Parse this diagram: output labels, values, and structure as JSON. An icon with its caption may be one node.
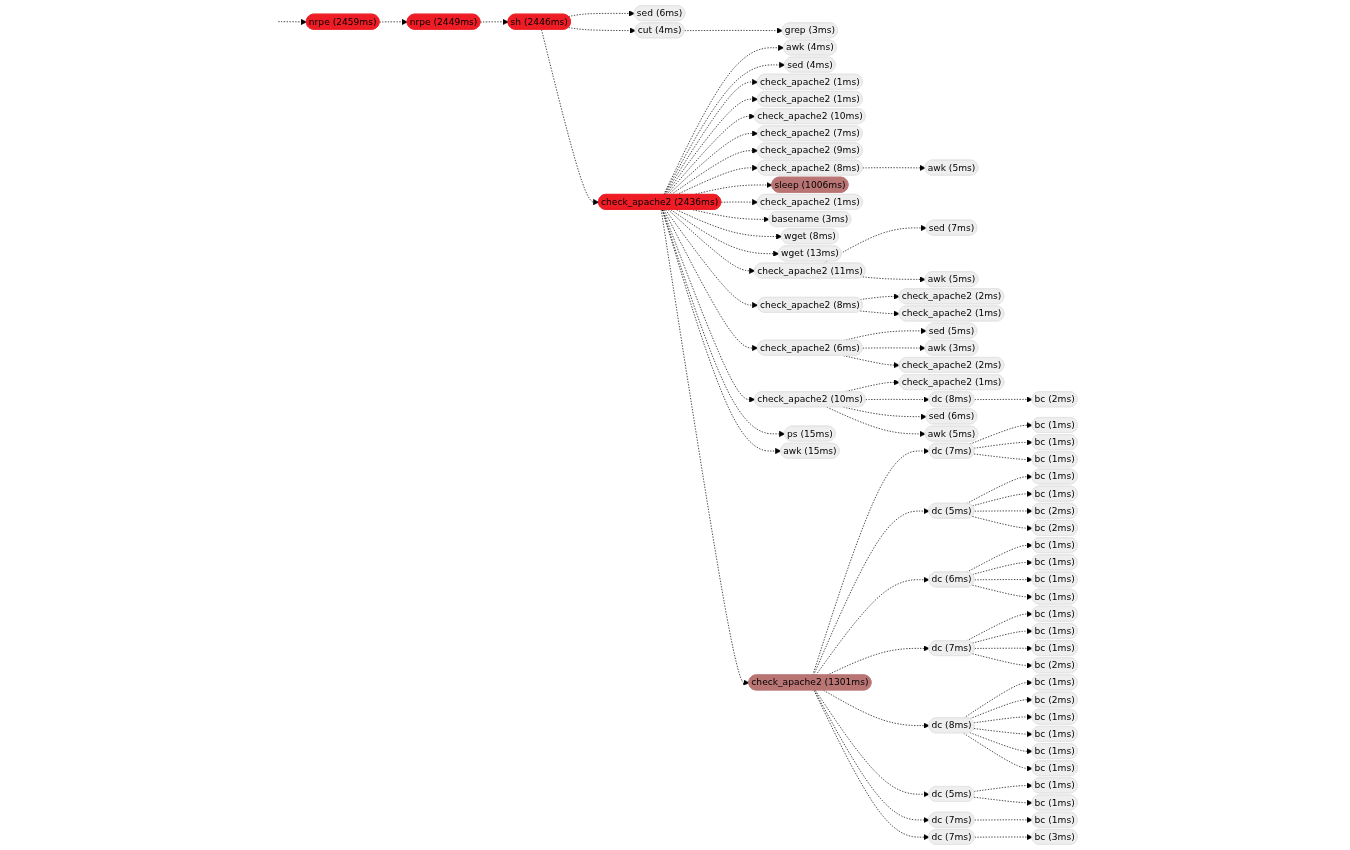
{
  "diagram": {
    "nodes": [
      {
        "text": [
          "nrpe (2459ms)"
        ]
      },
      {
        "text": [
          "nrpe (2449ms)"
        ]
      },
      {
        "text": [
          "awk (4ms)"
        ]
      },
      {
        "text": [
          "sed (4ms)"
        ]
      },
      {
        "text": [
          "check_apache2 (1ms)"
        ]
      },
      {
        "text": [
          "check_apache2 (1ms)"
        ]
      },
      {
        "text": [
          "sed (6ms)"
        ]
      },
      {
        "text": [
          "check_apache2 (10ms)"
        ]
      },
      {
        "text": [
          "sh (2446ms)"
        ]
      },
      {
        "text": [
          "cut (4ms)"
        ]
      },
      {
        "text": [
          "check_apache2 (7ms)"
        ]
      },
      {
        "text": [
          "check_apache2 (9ms)"
        ]
      },
      {
        "text": [
          "check_apache2 (8ms)"
        ]
      },
      {
        "text": [
          "sleep (1006ms)"
        ]
      },
      {
        "text": [
          "awk (5ms)"
        ]
      },
      {
        "text": [
          "bc (1ms)"
        ]
      },
      {
        "text": [
          "check_apache2 (1ms)"
        ]
      },
      {
        "text": [
          "bc (1ms)"
        ]
      },
      {
        "text": [
          "grep (3ms)"
        ]
      },
      {
        "text": [
          "basename (3ms)"
        ]
      },
      {
        "text": [
          "bc (1ms)"
        ]
      },
      {
        "text": [
          "wget (8ms)"
        ]
      },
      {
        "text": [
          "bc (1ms)"
        ]
      },
      {
        "text": [
          "wget (13ms)"
        ]
      },
      {
        "text": [
          "sed (7ms)"
        ]
      },
      {
        "text": [
          "bc (1ms)"
        ]
      },
      {
        "text": [
          "awk (5ms)"
        ]
      },
      {
        "text": [
          "bc (2ms)"
        ]
      },
      {
        "text": [
          "bc (2ms)"
        ]
      },
      {
        "text": [
          "check_apache2 (11ms)"
        ]
      },
      {
        "text": [
          "check_apache2 (2ms)"
        ]
      },
      {
        "text": [
          "check_apache2 (8ms)"
        ]
      },
      {
        "text": [
          "bc (1ms)"
        ]
      },
      {
        "text": [
          "check_apache2 (2436ms)"
        ]
      },
      {
        "text": [
          "check_apache2 (6ms)"
        ]
      },
      {
        "text": [
          "sed (5ms)"
        ]
      },
      {
        "text": [
          "awk (3ms)"
        ]
      },
      {
        "text": [
          "bc (1ms)"
        ]
      },
      {
        "text": [
          "dc (7ms)"
        ]
      },
      {
        "text": [
          "ps (15ms)"
        ]
      },
      {
        "text": [
          "check_apache2 (10ms)"
        ]
      },
      {
        "text": [
          "check_apache2 (1ms)"
        ]
      },
      {
        "text": [
          "bc (1ms)"
        ]
      },
      {
        "text": [
          "bc (1ms)"
        ]
      },
      {
        "text": [
          "dc (5ms)"
        ]
      },
      {
        "text": [
          "awk (15ms)"
        ]
      },
      {
        "text": [
          "check_apache2 (2ms)"
        ]
      },
      {
        "text": [
          "bc (1ms)"
        ]
      },
      {
        "text": [
          "bc (1ms)"
        ]
      },
      {
        "text": [
          "dc (6ms)"
        ]
      },
      {
        "text": [
          "check_apache2 (1ms)"
        ]
      },
      {
        "text": [
          "dc (8ms)"
        ]
      },
      {
        "text": [
          "dc (7ms)"
        ]
      },
      {
        "text": [
          "dc (8ms)"
        ]
      },
      {
        "text": [
          "bc (1ms)"
        ]
      },
      {
        "text": [
          "sed (6ms)"
        ]
      },
      {
        "text": [
          "bc (2ms)"
        ]
      },
      {
        "text": [
          "awk (5ms)"
        ]
      },
      {
        "text": [
          "bc (1ms)"
        ]
      },
      {
        "text": [
          "bc (2ms)"
        ]
      },
      {
        "text": [
          "bc (2ms)"
        ]
      },
      {
        "text": [
          "bc (1ms)"
        ]
      },
      {
        "text": [
          "check_apache2 (1301ms)"
        ]
      },
      {
        "text": [
          "bc (1ms)"
        ]
      },
      {
        "text": [
          "dc (5ms)"
        ]
      },
      {
        "text": [
          "dc (7ms)"
        ]
      },
      {
        "text": [
          "bc (1ms)"
        ]
      },
      {
        "text": [
          "bc (1ms)"
        ]
      },
      {
        "text": [
          "bc (1ms)"
        ]
      },
      {
        "text": [
          "dc (7ms)"
        ]
      },
      {
        "text": [
          "bc (1ms)"
        ]
      },
      {
        "text": [
          "bc (1ms)"
        ]
      },
      {
        "text": [
          "bc (3ms)"
        ]
      }
    ],
    "edges": [
      {
        "from": null,
        "to": 0,
        "arrow": "to",
        "style": "dashed"
      },
      {
        "from": 0,
        "to": 1,
        "arrow": "to",
        "style": "dashed"
      },
      {
        "from": 1,
        "to": 8,
        "arrow": "to",
        "style": "dashed"
      },
      {
        "from": 8,
        "to": 6,
        "arrow": "to",
        "style": "dashed"
      },
      {
        "from": 8,
        "to": 9,
        "arrow": "to",
        "style": "dashed"
      },
      {
        "from": 9,
        "to": 18,
        "arrow": "to",
        "style": "dashed"
      },
      {
        "from": 8,
        "to": 33,
        "arrow": "to",
        "style": "dashed"
      },
      {
        "from": 33,
        "to": 2,
        "arrow": "to",
        "style": "dashed"
      },
      {
        "from": 33,
        "to": 3,
        "arrow": "to",
        "style": "dashed"
      },
      {
        "from": 33,
        "to": 4,
        "arrow": "to",
        "style": "dashed"
      },
      {
        "from": 33,
        "to": 5,
        "arrow": "to",
        "style": "dashed"
      },
      {
        "from": 33,
        "to": 7,
        "arrow": "to",
        "style": "dashed"
      },
      {
        "from": 33,
        "to": 10,
        "arrow": "to",
        "style": "dashed"
      },
      {
        "from": 33,
        "to": 11,
        "arrow": "to",
        "style": "dashed"
      },
      {
        "from": 33,
        "to": 12,
        "arrow": "to",
        "style": "dashed"
      },
      {
        "from": 33,
        "to": 13,
        "arrow": "to",
        "style": "dashed"
      },
      {
        "from": 33,
        "to": 16,
        "arrow": "to",
        "style": "dashed"
      },
      {
        "from": 33,
        "to": 19,
        "arrow": "to",
        "style": "dashed"
      },
      {
        "from": 33,
        "to": 21,
        "arrow": "to",
        "style": "dashed"
      },
      {
        "from": 33,
        "to": 23,
        "arrow": "to",
        "style": "dashed"
      },
      {
        "from": 12,
        "to": 14,
        "arrow": "to",
        "style": "dashed"
      },
      {
        "from": 33,
        "to": 29,
        "arrow": "to",
        "style": "dashed"
      },
      {
        "from": 33,
        "to": 31,
        "arrow": "to",
        "style": "dashed"
      },
      {
        "from": 33,
        "to": 34,
        "arrow": "to",
        "style": "dashed"
      },
      {
        "from": 33,
        "to": 40,
        "arrow": "to",
        "style": "dashed"
      },
      {
        "from": 29,
        "to": 24,
        "arrow": "to",
        "style": "dashed"
      },
      {
        "from": 29,
        "to": 26,
        "arrow": "to",
        "style": "dashed"
      },
      {
        "from": 31,
        "to": 30,
        "arrow": "to",
        "style": "dashed"
      },
      {
        "from": 34,
        "to": 35,
        "arrow": "to",
        "style": "dashed"
      },
      {
        "from": 34,
        "to": 36,
        "arrow": "to",
        "style": "dashed"
      },
      {
        "from": 31,
        "to": 41,
        "arrow": "to",
        "style": "dashed"
      },
      {
        "from": 34,
        "to": 46,
        "arrow": "to",
        "style": "dashed"
      },
      {
        "from": 40,
        "to": 50,
        "arrow": "to",
        "style": "dashed"
      },
      {
        "from": 40,
        "to": 51,
        "arrow": "to",
        "style": "dashed"
      },
      {
        "from": 40,
        "to": 55,
        "arrow": "to",
        "style": "dashed"
      },
      {
        "from": 40,
        "to": 57,
        "arrow": "to",
        "style": "dashed"
      },
      {
        "from": 51,
        "to": 60,
        "arrow": "to",
        "style": "dashed"
      },
      {
        "from": 33,
        "to": 39,
        "arrow": "to",
        "style": "dashed"
      },
      {
        "from": 33,
        "to": 45,
        "arrow": "to",
        "style": "dashed"
      },
      {
        "from": 33,
        "to": 62,
        "arrow": "to",
        "style": "dashed"
      },
      {
        "from": 62,
        "to": 38,
        "arrow": "to",
        "style": "dashed"
      },
      {
        "from": 62,
        "to": 44,
        "arrow": "to",
        "style": "dashed"
      },
      {
        "from": 62,
        "to": 49,
        "arrow": "to",
        "style": "dashed"
      },
      {
        "from": 62,
        "to": 52,
        "arrow": "to",
        "style": "dashed"
      },
      {
        "from": 62,
        "to": 53,
        "arrow": "to",
        "style": "dashed"
      },
      {
        "from": 38,
        "to": 15,
        "arrow": "to",
        "style": "dashed"
      },
      {
        "from": 38,
        "to": 17,
        "arrow": "to",
        "style": "dashed"
      },
      {
        "from": 38,
        "to": 20,
        "arrow": "to",
        "style": "dashed"
      },
      {
        "from": 44,
        "to": 22,
        "arrow": "to",
        "style": "dashed"
      },
      {
        "from": 44,
        "to": 25,
        "arrow": "to",
        "style": "dashed"
      },
      {
        "from": 44,
        "to": 27,
        "arrow": "to",
        "style": "dashed"
      },
      {
        "from": 44,
        "to": 28,
        "arrow": "to",
        "style": "dashed"
      },
      {
        "from": 49,
        "to": 32,
        "arrow": "to",
        "style": "dashed"
      },
      {
        "from": 49,
        "to": 37,
        "arrow": "to",
        "style": "dashed"
      },
      {
        "from": 49,
        "to": 42,
        "arrow": "to",
        "style": "dashed"
      },
      {
        "from": 49,
        "to": 43,
        "arrow": "to",
        "style": "dashed"
      },
      {
        "from": 52,
        "to": 47,
        "arrow": "to",
        "style": "dashed"
      },
      {
        "from": 52,
        "to": 48,
        "arrow": "to",
        "style": "dashed"
      },
      {
        "from": 52,
        "to": 54,
        "arrow": "to",
        "style": "dashed"
      },
      {
        "from": 52,
        "to": 56,
        "arrow": "to",
        "style": "dashed"
      },
      {
        "from": 53,
        "to": 58,
        "arrow": "to",
        "style": "dashed"
      },
      {
        "from": 53,
        "to": 59,
        "arrow": "to",
        "style": "dashed"
      },
      {
        "from": 53,
        "to": 61,
        "arrow": "to",
        "style": "dashed"
      },
      {
        "from": 53,
        "to": 63,
        "arrow": "to",
        "style": "dashed"
      },
      {
        "from": 53,
        "to": 66,
        "arrow": "to",
        "style": "dashed"
      },
      {
        "from": 53,
        "to": 67,
        "arrow": "to",
        "style": "dashed"
      },
      {
        "from": 62,
        "to": 64,
        "arrow": "to",
        "style": "dashed"
      },
      {
        "from": 62,
        "to": 65,
        "arrow": "to",
        "style": "dashed"
      },
      {
        "from": 62,
        "to": 69,
        "arrow": "to",
        "style": "dashed"
      },
      {
        "from": 64,
        "to": 68,
        "arrow": "to",
        "style": "dashed"
      },
      {
        "from": 64,
        "to": 70,
        "arrow": "to",
        "style": "dashed"
      },
      {
        "from": 65,
        "to": 71,
        "arrow": "to",
        "style": "dashed"
      },
      {
        "from": 69,
        "to": 72,
        "arrow": "to",
        "style": "dashed"
      }
    ]
  }
}
